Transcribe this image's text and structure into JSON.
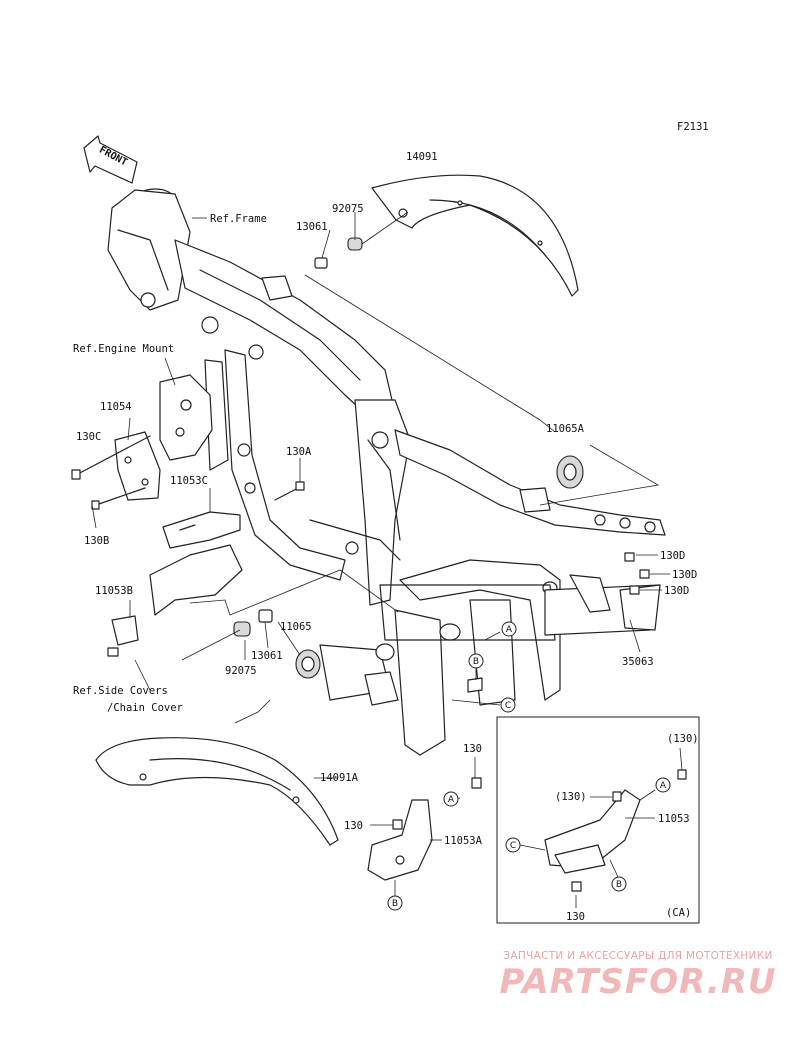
{
  "figure_code": "F2131",
  "front_arrow_label": "FRONT",
  "labels": {
    "ref_frame": "Ref.Frame",
    "ref_engine_mount": "Ref.Engine Mount",
    "ref_side_covers_1": "Ref.Side Covers",
    "ref_side_covers_2": "/Chain Cover",
    "p14091": "14091",
    "p92075_top": "92075",
    "p13061_top": "13061",
    "p11054": "11054",
    "p130C": "130C",
    "p130B": "130B",
    "p130A": "130A",
    "p11053C": "11053C",
    "p11065A": "11065A",
    "p130D_1": "130D",
    "p130D_2": "130D",
    "p130D_3": "130D",
    "p35063": "35063",
    "p11053B": "11053B",
    "p11065": "11065",
    "p13061_bot": "13061",
    "p92075_bot": "92075",
    "p14091A": "14091A",
    "p130_mid": "130",
    "p130_left": "130",
    "p11053A": "11053A",
    "p130_ca_top": "(130)",
    "p130_ca_mid": "(130)",
    "p11053": "11053",
    "p130_ca_bot": "130",
    "ca_label": "(CA)"
  },
  "callouts": {
    "A": "A",
    "B": "B",
    "C": "C"
  },
  "watermark": {
    "top": "ЗАПЧАСТИ И АКСЕССУАРЫ ДЛЯ МОТОТЕХНИКИ",
    "logo": "PARTSFOR.RU"
  }
}
